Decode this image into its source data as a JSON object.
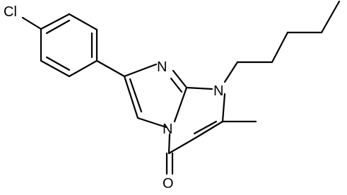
{
  "molecule": {
    "atoms": {
      "cl": {
        "symbol": "Cl"
      },
      "n_ring": {
        "symbol": "N"
      },
      "n_pentyl": {
        "symbol": "N"
      },
      "n_bridge": {
        "symbol": "N"
      },
      "o": {
        "symbol": "O"
      }
    },
    "colors": {
      "bond": "#000000",
      "label": "#000000",
      "background": "#ffffff"
    }
  }
}
